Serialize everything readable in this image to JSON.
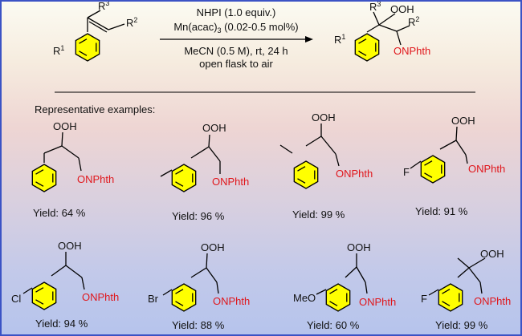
{
  "reaction": {
    "substrate": {
      "r1": "R",
      "r1_sup": "1",
      "r2": "R",
      "r2_sup": "2",
      "r3": "R",
      "r3_sup": "3"
    },
    "conditions": {
      "line1": "NHPI (1.0 equiv.)",
      "line2_prefix": "Mn(acac)",
      "line2_sub": "3",
      "line2_suffix": " (0.02-0.5 mol%)",
      "line3": "MeCN (0.5 M), rt, 24 h",
      "line4": "open flask to air"
    },
    "product": {
      "r1": "R",
      "r1_sup": "1",
      "r2": "R",
      "r2_sup": "2",
      "r3": "R",
      "r3_sup": "3",
      "ooh": "OOH",
      "onphth": "ONPhth"
    }
  },
  "section_heading": "Representative examples:",
  "examples": [
    {
      "substituent": "",
      "ooh": "OOH",
      "onphth": "ONPhth",
      "yield": "Yield: 64 %"
    },
    {
      "substituent": "",
      "ooh": "OOH",
      "onphth": "ONPhth",
      "yield": "Yield: 96 %"
    },
    {
      "substituent": "",
      "ooh": "OOH",
      "onphth": "ONPhth",
      "yield": "Yield: 99 %"
    },
    {
      "substituent": "F",
      "ooh": "OOH",
      "onphth": "ONPhth",
      "yield": "Yield: 91 %"
    },
    {
      "substituent": "Cl",
      "ooh": "OOH",
      "onphth": "ONPhth",
      "yield": "Yield: 94 %"
    },
    {
      "substituent": "Br",
      "ooh": "OOH",
      "onphth": "ONPhth",
      "yield": "Yield: 88 %"
    },
    {
      "substituent": "MeO",
      "ooh": "OOH",
      "onphth": "ONPhth",
      "yield": "Yield: 60 %"
    },
    {
      "substituent": "F",
      "ooh": "OOH",
      "onphth": "ONPhth",
      "yield": "Yield: 99 %"
    }
  ],
  "colors": {
    "border": "#3b53c5",
    "ring_fill": "#ffff00",
    "phth_text": "#e0161b"
  }
}
